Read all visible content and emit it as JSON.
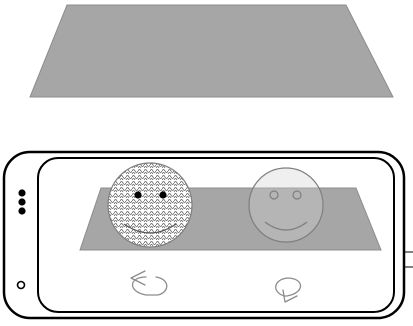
{
  "figure": {
    "colors": {
      "background": "#ffffff",
      "plane_fill": "#a6a6a6",
      "plane_stroke": "#8c8c8c",
      "device_outline": "#000000",
      "face_stroke": "#7f7f7f",
      "hatched_face_pattern": "#595959",
      "arrow_stroke": "#8c8c8c"
    },
    "elements": {
      "top_plane": "flat-parallelogram-plane",
      "device": "smartphone-landscape",
      "device_plane": "parallelogram-plane-on-screen",
      "left_face": "hatched-smiley-face-with-dots",
      "right_face": "outline-smiley-face",
      "left_arrow": "rotate-counterclockwise-icon",
      "right_arrow": "rotate-clockwise-icon"
    }
  }
}
